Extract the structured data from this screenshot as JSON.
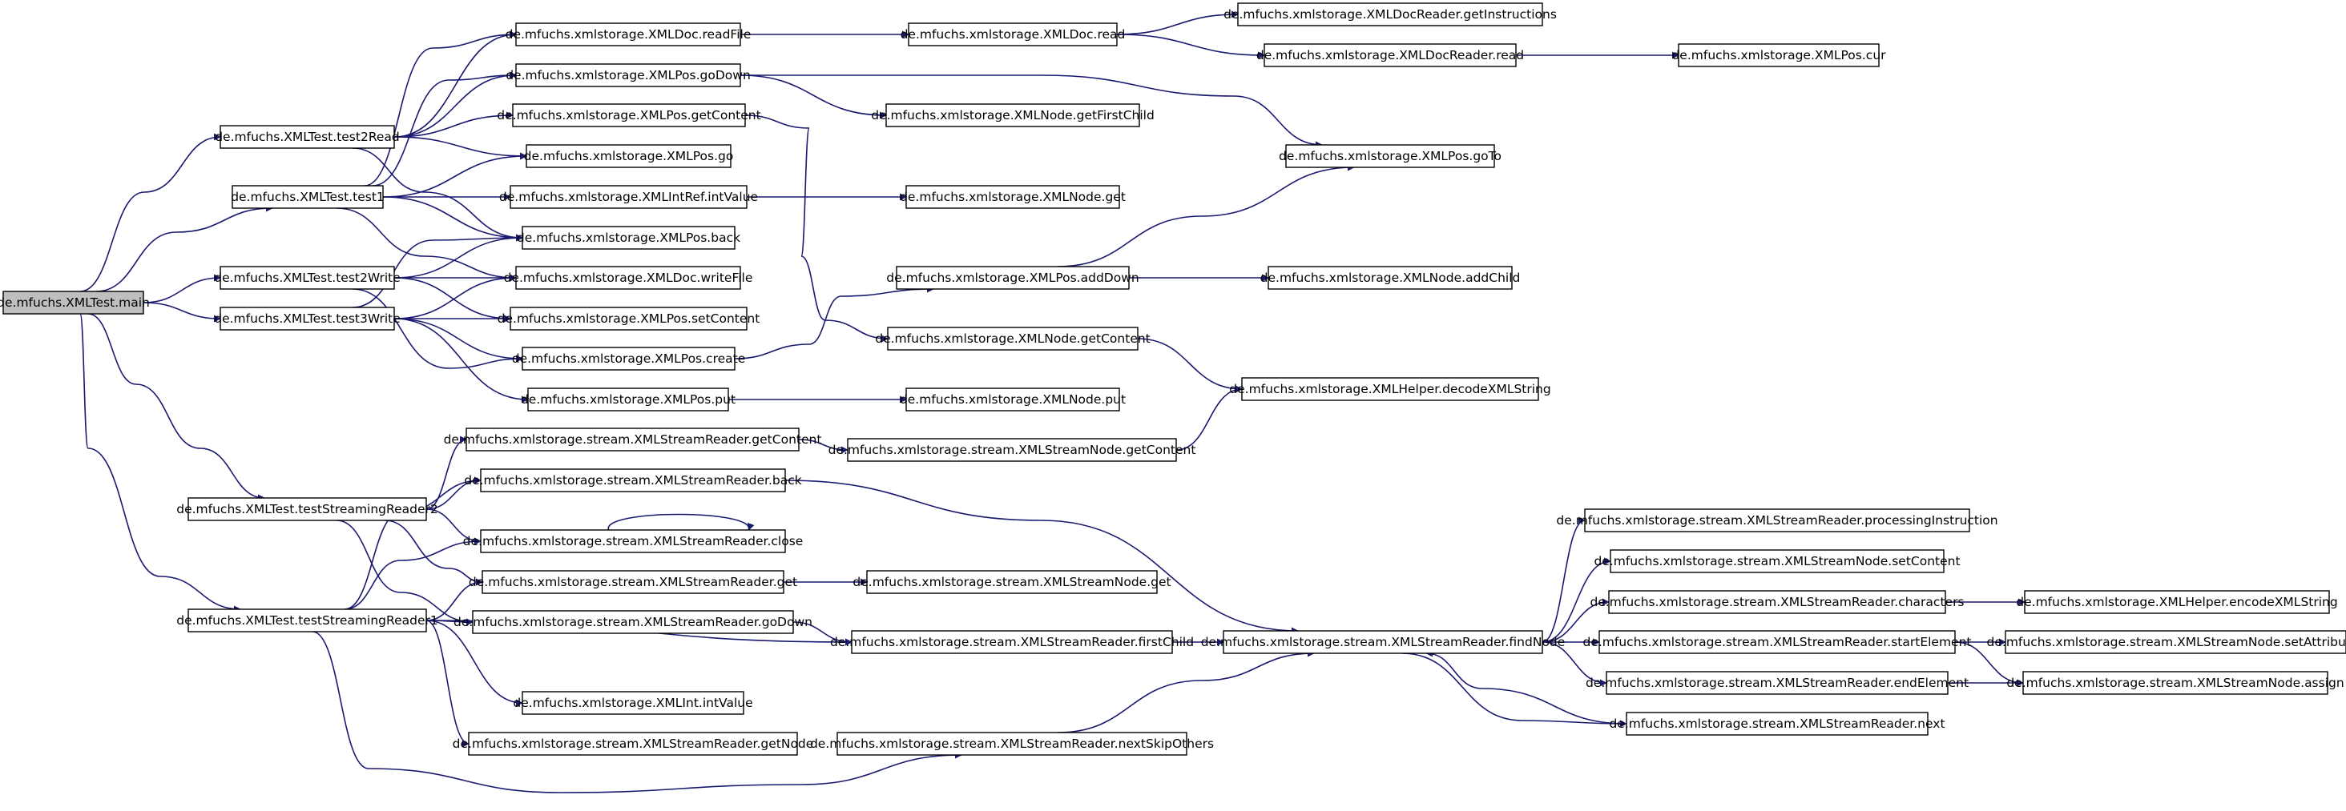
{
  "colors": {
    "edge": "#191970",
    "node_border": "#000000",
    "root_fill": "#bfbfbf",
    "node_fill": "#ffffff"
  },
  "nodes": [
    {
      "id": "main",
      "label": "de.mfuchs.XMLTest.main"
    },
    {
      "id": "t2r",
      "label": "de.mfuchs.XMLTest.test2Read"
    },
    {
      "id": "t1",
      "label": "de.mfuchs.XMLTest.test1"
    },
    {
      "id": "t2w",
      "label": "de.mfuchs.XMLTest.test2Write"
    },
    {
      "id": "t3w",
      "label": "de.mfuchs.XMLTest.test3Write"
    },
    {
      "id": "tsr2",
      "label": "de.mfuchs.XMLTest.testStreamingReader2"
    },
    {
      "id": "tsr1",
      "label": "de.mfuchs.XMLTest.testStreamingReader1"
    },
    {
      "id": "docReadFile",
      "label": "de.mfuchs.xmlstorage.XMLDoc.readFile"
    },
    {
      "id": "posGoDown",
      "label": "de.mfuchs.xmlstorage.XMLPos.goDown"
    },
    {
      "id": "posGetContent",
      "label": "de.mfuchs.xmlstorage.XMLPos.getContent"
    },
    {
      "id": "posGo",
      "label": "de.mfuchs.xmlstorage.XMLPos.go"
    },
    {
      "id": "intRefIntValue",
      "label": "de.mfuchs.xmlstorage.XMLIntRef.intValue"
    },
    {
      "id": "posBack",
      "label": "de.mfuchs.xmlstorage.XMLPos.back"
    },
    {
      "id": "docWriteFile",
      "label": "de.mfuchs.xmlstorage.XMLDoc.writeFile"
    },
    {
      "id": "posSetContent",
      "label": "de.mfuchs.xmlstorage.XMLPos.setContent"
    },
    {
      "id": "posCreate",
      "label": "de.mfuchs.xmlstorage.XMLPos.create"
    },
    {
      "id": "posPut",
      "label": "de.mfuchs.xmlstorage.XMLPos.put"
    },
    {
      "id": "docRead",
      "label": "de.mfuchs.xmlstorage.XMLDoc.read"
    },
    {
      "id": "nodeGetFirstChild",
      "label": "de.mfuchs.xmlstorage.XMLNode.getFirstChild"
    },
    {
      "id": "nodeGet",
      "label": "de.mfuchs.xmlstorage.XMLNode.get"
    },
    {
      "id": "posAddDown",
      "label": "de.mfuchs.xmlstorage.XMLPos.addDown"
    },
    {
      "id": "nodeGetContent",
      "label": "de.mfuchs.xmlstorage.XMLNode.getContent"
    },
    {
      "id": "nodePut",
      "label": "de.mfuchs.xmlstorage.XMLNode.put"
    },
    {
      "id": "drGetInstructions",
      "label": "de.mfuchs.xmlstorage.XMLDocReader.getInstructions"
    },
    {
      "id": "drRead",
      "label": "de.mfuchs.xmlstorage.XMLDocReader.read"
    },
    {
      "id": "posGoTo",
      "label": "de.mfuchs.xmlstorage.XMLPos.goTo"
    },
    {
      "id": "nodeAddChild",
      "label": "de.mfuchs.xmlstorage.XMLNode.addChild"
    },
    {
      "id": "helperDecode",
      "label": "de.mfuchs.xmlstorage.XMLHelper.decodeXMLString"
    },
    {
      "id": "posCur",
      "label": "de.mfuchs.xmlstorage.XMLPos.cur"
    },
    {
      "id": "srGetContent",
      "label": "de.mfuchs.xmlstorage.stream.XMLStreamReader.getContent"
    },
    {
      "id": "srBack",
      "label": "de.mfuchs.xmlstorage.stream.XMLStreamReader.back"
    },
    {
      "id": "srClose",
      "label": "de.mfuchs.xmlstorage.stream.XMLStreamReader.close"
    },
    {
      "id": "srGet",
      "label": "de.mfuchs.xmlstorage.stream.XMLStreamReader.get"
    },
    {
      "id": "srGoDown",
      "label": "de.mfuchs.xmlstorage.stream.XMLStreamReader.goDown"
    },
    {
      "id": "intIntValue",
      "label": "de.mfuchs.xmlstorage.XMLInt.intValue"
    },
    {
      "id": "srGetNode",
      "label": "de.mfuchs.xmlstorage.stream.XMLStreamReader.getNode"
    },
    {
      "id": "snGetContent",
      "label": "de.mfuchs.xmlstorage.stream.XMLStreamNode.getContent"
    },
    {
      "id": "snGet",
      "label": "de.mfuchs.xmlstorage.stream.XMLStreamNode.get"
    },
    {
      "id": "srFirstChild",
      "label": "de.mfuchs.xmlstorage.stream.XMLStreamReader.firstChild"
    },
    {
      "id": "srNextSkipOthers",
      "label": "de.mfuchs.xmlstorage.stream.XMLStreamReader.nextSkipOthers"
    },
    {
      "id": "srFindNode",
      "label": "de.mfuchs.xmlstorage.stream.XMLStreamReader.findNode"
    },
    {
      "id": "srProcInstr",
      "label": "de.mfuchs.xmlstorage.stream.XMLStreamReader.processingInstruction"
    },
    {
      "id": "snSetContent",
      "label": "de.mfuchs.xmlstorage.stream.XMLStreamNode.setContent"
    },
    {
      "id": "srCharacters",
      "label": "de.mfuchs.xmlstorage.stream.XMLStreamReader.characters"
    },
    {
      "id": "srStartElement",
      "label": "de.mfuchs.xmlstorage.stream.XMLStreamReader.startElement"
    },
    {
      "id": "srEndElement",
      "label": "de.mfuchs.xmlstorage.stream.XMLStreamReader.endElement"
    },
    {
      "id": "srNext",
      "label": "de.mfuchs.xmlstorage.stream.XMLStreamReader.next"
    },
    {
      "id": "helperEncode",
      "label": "de.mfuchs.xmlstorage.XMLHelper.encodeXMLString"
    },
    {
      "id": "snSetAttributes",
      "label": "de.mfuchs.xmlstorage.stream.XMLStreamNode.setAttributes"
    },
    {
      "id": "snAssign",
      "label": "de.mfuchs.xmlstorage.stream.XMLStreamNode.assign"
    }
  ],
  "edges": [
    [
      "main",
      "t2r"
    ],
    [
      "main",
      "t1"
    ],
    [
      "main",
      "t2w"
    ],
    [
      "main",
      "t3w"
    ],
    [
      "main",
      "tsr2"
    ],
    [
      "main",
      "tsr1"
    ],
    [
      "t2r",
      "docReadFile"
    ],
    [
      "t2r",
      "posGoDown"
    ],
    [
      "t2r",
      "posGetContent"
    ],
    [
      "t2r",
      "posGo"
    ],
    [
      "t2r",
      "posBack"
    ],
    [
      "t1",
      "docReadFile"
    ],
    [
      "t1",
      "posGoDown"
    ],
    [
      "t1",
      "posGo"
    ],
    [
      "t1",
      "intRefIntValue"
    ],
    [
      "t1",
      "posBack"
    ],
    [
      "t1",
      "docWriteFile"
    ],
    [
      "t2w",
      "posBack"
    ],
    [
      "t2w",
      "docWriteFile"
    ],
    [
      "t2w",
      "posSetContent"
    ],
    [
      "t2w",
      "posCreate"
    ],
    [
      "t3w",
      "posBack"
    ],
    [
      "t3w",
      "docWriteFile"
    ],
    [
      "t3w",
      "posSetContent"
    ],
    [
      "t3w",
      "posCreate"
    ],
    [
      "t3w",
      "posPut"
    ],
    [
      "docReadFile",
      "docRead"
    ],
    [
      "docRead",
      "drGetInstructions"
    ],
    [
      "docRead",
      "drRead"
    ],
    [
      "drRead",
      "posCur"
    ],
    [
      "posGoDown",
      "nodeGetFirstChild"
    ],
    [
      "posGoDown",
      "posGoTo"
    ],
    [
      "posGetContent",
      "nodeGetContent"
    ],
    [
      "intRefIntValue",
      "nodeGet"
    ],
    [
      "posCreate",
      "posAddDown"
    ],
    [
      "posAddDown",
      "posGoTo"
    ],
    [
      "posAddDown",
      "nodeAddChild"
    ],
    [
      "nodeGetContent",
      "helperDecode"
    ],
    [
      "posPut",
      "nodePut"
    ],
    [
      "tsr2",
      "srGetContent"
    ],
    [
      "tsr2",
      "srBack"
    ],
    [
      "tsr2",
      "srClose"
    ],
    [
      "tsr2",
      "srGet"
    ],
    [
      "tsr2",
      "srGoDown"
    ],
    [
      "tsr1",
      "srBack"
    ],
    [
      "tsr1",
      "srClose"
    ],
    [
      "tsr1",
      "srGet"
    ],
    [
      "tsr1",
      "srGoDown"
    ],
    [
      "tsr1",
      "srFirstChild"
    ],
    [
      "tsr1",
      "intIntValue"
    ],
    [
      "tsr1",
      "srGetNode"
    ],
    [
      "tsr1",
      "srNextSkipOthers"
    ],
    [
      "srClose",
      "srClose"
    ],
    [
      "srGetContent",
      "snGetContent"
    ],
    [
      "snGetContent",
      "helperDecode"
    ],
    [
      "srGet",
      "snGet"
    ],
    [
      "srGoDown",
      "srFirstChild"
    ],
    [
      "srBack",
      "srFindNode"
    ],
    [
      "srFirstChild",
      "srFindNode"
    ],
    [
      "srNextSkipOthers",
      "srFindNode"
    ],
    [
      "srFindNode",
      "srProcInstr"
    ],
    [
      "srFindNode",
      "snSetContent"
    ],
    [
      "srFindNode",
      "srCharacters"
    ],
    [
      "srFindNode",
      "srStartElement"
    ],
    [
      "srFindNode",
      "srEndElement"
    ],
    [
      "srFindNode",
      "srNext"
    ],
    [
      "srNext",
      "srFindNode"
    ],
    [
      "srCharacters",
      "helperEncode"
    ],
    [
      "srStartElement",
      "snSetAttributes"
    ],
    [
      "srStartElement",
      "snAssign"
    ],
    [
      "srEndElement",
      "snAssign"
    ]
  ]
}
